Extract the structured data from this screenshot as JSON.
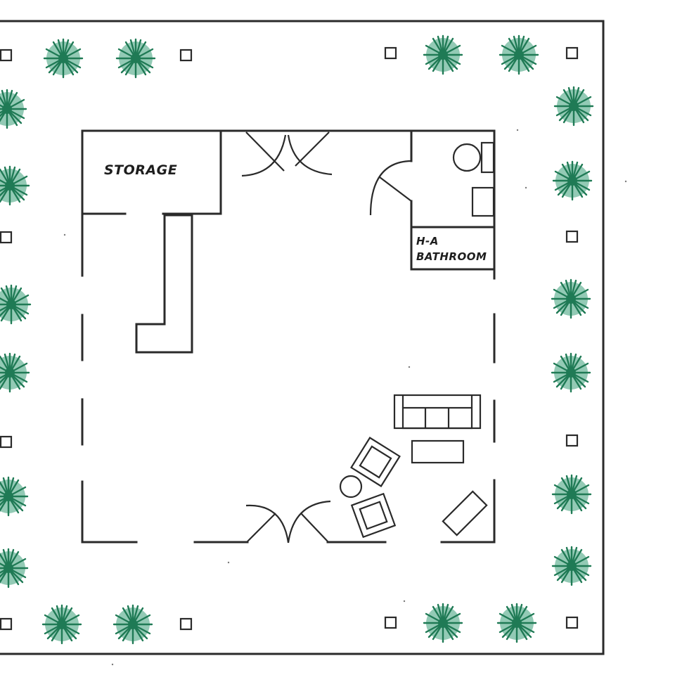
{
  "labels": {
    "storage": "STORAGE",
    "bathroom_line1": "H-A",
    "bathroom_line2": "BATHROOM"
  },
  "colors": {
    "paper": "#ffffff",
    "ink": "#2a2a2a",
    "shrub": "#3a9e78",
    "shrub_dark": "#1f7a55"
  },
  "icons": [
    "shrub-icon",
    "post-icon",
    "door-swing-icon",
    "sofa-icon",
    "armchair-icon",
    "table-icon",
    "toilet-icon",
    "sink-icon"
  ]
}
